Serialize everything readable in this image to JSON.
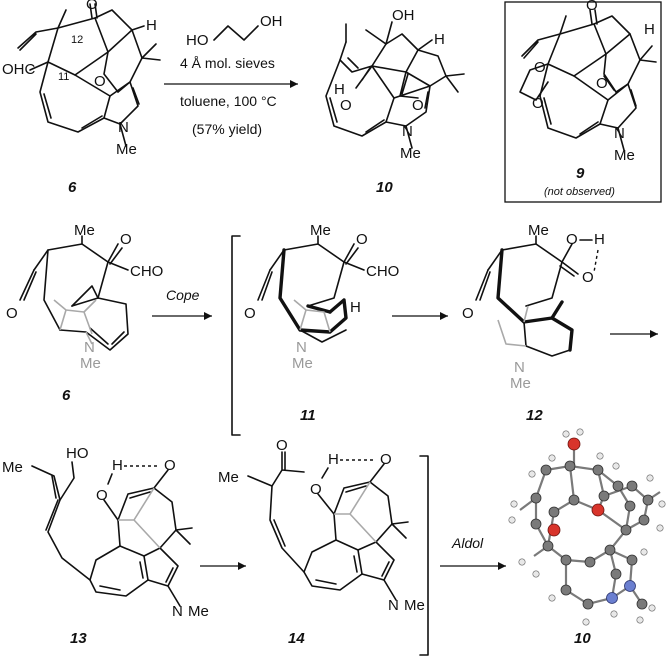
{
  "conditions": {
    "reagent": "4 Å mol. sieves",
    "solvent": "toluene, 100 °C",
    "yield": "(57% yield)"
  },
  "compounds": {
    "c6_top": "6",
    "c10_top": "10",
    "c9": "9",
    "c9_note": "(not observed)",
    "c6_mid": "6",
    "c11": "11",
    "c12": "12",
    "c13": "13",
    "c14": "14",
    "c10_xray": "10"
  },
  "arrow_labels": {
    "cope": "Cope",
    "aldol": "Aldol"
  },
  "atoms": {
    "O": "O",
    "OH": "OH",
    "HO": "HO",
    "H": "H",
    "N": "N",
    "Me": "Me",
    "OHC": "OHC",
    "CHO": "CHO",
    "twelve": "12",
    "eleven": "11"
  },
  "colors": {
    "ink": "#111111",
    "ghost": "#a9a9a9",
    "oxygen": "#d8342b",
    "nitrogen": "#6b7fd0",
    "carbon": "#7a7a7a"
  }
}
